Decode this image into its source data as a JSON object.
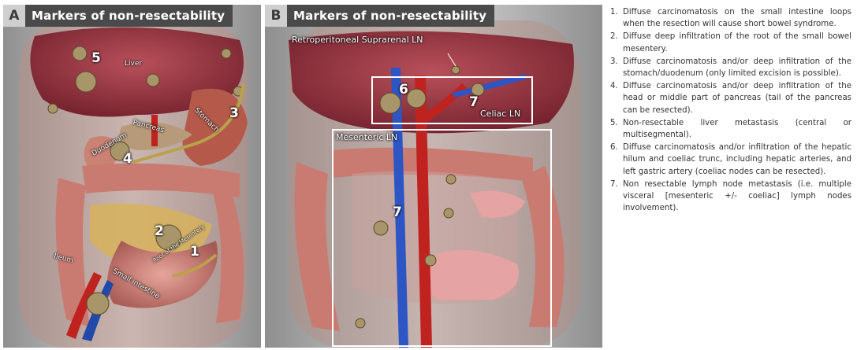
{
  "panels": {
    "a": {
      "letter": "A",
      "title": "Markers of non-resectability",
      "numbers": [
        "5",
        "3",
        "4",
        "2",
        "1"
      ],
      "organs": {
        "liver": "Liver",
        "stomach": "Stomach",
        "pancreas": "Pancreas",
        "duodenum": "Duodenum",
        "root": "Root of the Mesentery",
        "small_intestine": "Small intestine",
        "ileum": "Ileum"
      }
    },
    "b": {
      "letter": "B",
      "title": "Markers of non-resectability",
      "retroperitoneal": "Retroperitoneal Suprarenal LN",
      "celiac": "Celiac LN",
      "mesenteric": "Mesenteric LN",
      "numbers": [
        "6",
        "7",
        "7"
      ]
    }
  },
  "notes": [
    {
      "num": "1.",
      "text": "Diffuse carcinomatosis on the small intestine loops when the resection will cause short bowel syndrome."
    },
    {
      "num": "2.",
      "text": "Diffuse deep infiltration of the root of the small bowel mesentery."
    },
    {
      "num": "3.",
      "text": "Diffuse carcinomatosis and/or deep infiltration of the stomach/duodenum (only limited excision is possible)."
    },
    {
      "num": "4.",
      "text": "Diffuse carcinomatosis and/or deep infiltration of the head or middle part of pancreas (tail of the pancreas can be resected)."
    },
    {
      "num": "5.",
      "text": "Non-resectable liver metastasis (central or multisegmental)."
    },
    {
      "num": "6.",
      "text": "Diffuse carcinomatosis and/or infiltration of the hepatic hilum and coeliac trunc, including hepatic arteries, and left gastric artery (coeliac nodes can be resected)."
    },
    {
      "num": "7.",
      "text": "Non resectable lymph node metastasis (i.e. multiple visceral [mesenteric +/- coeliac] lymph nodes involvement)."
    }
  ]
}
